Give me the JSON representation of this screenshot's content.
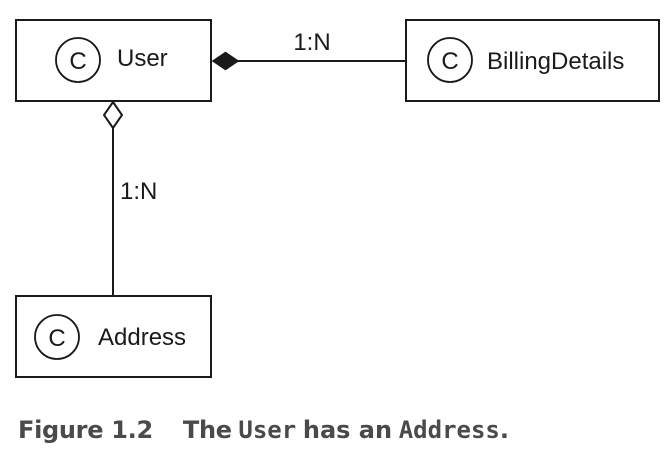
{
  "diagram": {
    "classes": {
      "user": {
        "stereotype": "C",
        "name": "User"
      },
      "billing": {
        "stereotype": "C",
        "name": "BillingDetails"
      },
      "address": {
        "stereotype": "C",
        "name": "Address"
      }
    },
    "associations": {
      "user_billing": {
        "multiplicity": "1:N",
        "kind": "composition"
      },
      "user_address": {
        "multiplicity": "1:N",
        "kind": "aggregation"
      }
    }
  },
  "caption": {
    "label": "Figure 1.2",
    "the": "The",
    "user": "User",
    "has_an": "has an",
    "address": "Address",
    "period": "."
  },
  "colors": {
    "stroke": "#1a1a1a",
    "caption": "#4a4a4a"
  }
}
